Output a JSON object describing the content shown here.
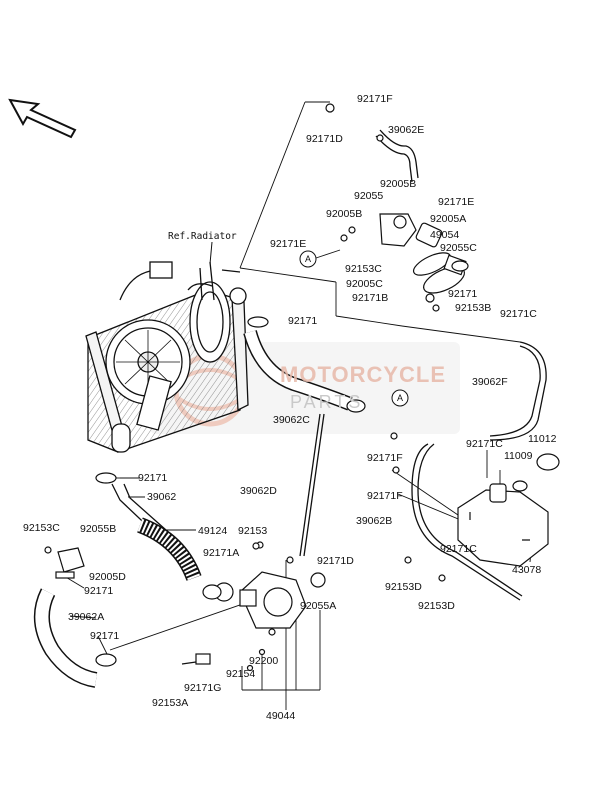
{
  "colors": {
    "line": "#111111",
    "watermark_red": "#e2a28c",
    "watermark_gray": "#c8c8c8"
  },
  "ref_label": "Ref.Radiator",
  "watermark": {
    "line1": "MOTORCYCLE",
    "line2": "PARTS"
  },
  "callout_marker": "A",
  "labels": {
    "p92171F_top": "92171F",
    "p92171D_top": "92171D",
    "p39062E": "39062E",
    "p92005B_a": "92005B",
    "p92055_a": "92055",
    "p92171E_a": "92171E",
    "p92005B_b": "92005B",
    "p92005A": "92005A",
    "p49054": "49054",
    "p92171E_b": "92171E",
    "p92055C": "92055C",
    "p92153C_a": "92153C",
    "p92005C_a": "92005C",
    "p92171_a": "92171",
    "p92171B": "92171B",
    "p92153B": "92153B",
    "p92171C_a": "92171C",
    "p92171_b": "92171",
    "p39062F": "39062F",
    "p39062C": "39062C",
    "p92171F_b": "92171F",
    "p92171C_b": "92171C",
    "p11012": "11012",
    "p11009": "11009",
    "p92171_c": "92171",
    "p39062_a": "39062",
    "p39062D": "39062D",
    "p92171F_c": "92171F",
    "p92153C_b": "92153C",
    "p92055B": "92055B",
    "p49124": "49124",
    "p92153_a": "92153",
    "p39062B": "39062B",
    "p92171C_c": "92171C",
    "p43078": "43078",
    "p92171A": "92171A",
    "p92171D_b": "92171D",
    "p92005D": "92005D",
    "p92171_d": "92171",
    "p92153D_a": "92153D",
    "p92153D_b": "92153D",
    "p39062A": "39062A",
    "p92055A": "92055A",
    "p92171_e": "92171",
    "p92200": "92200",
    "p92154": "92154",
    "p92171G": "92171G",
    "p92153A": "92153A",
    "p49044": "49044"
  }
}
